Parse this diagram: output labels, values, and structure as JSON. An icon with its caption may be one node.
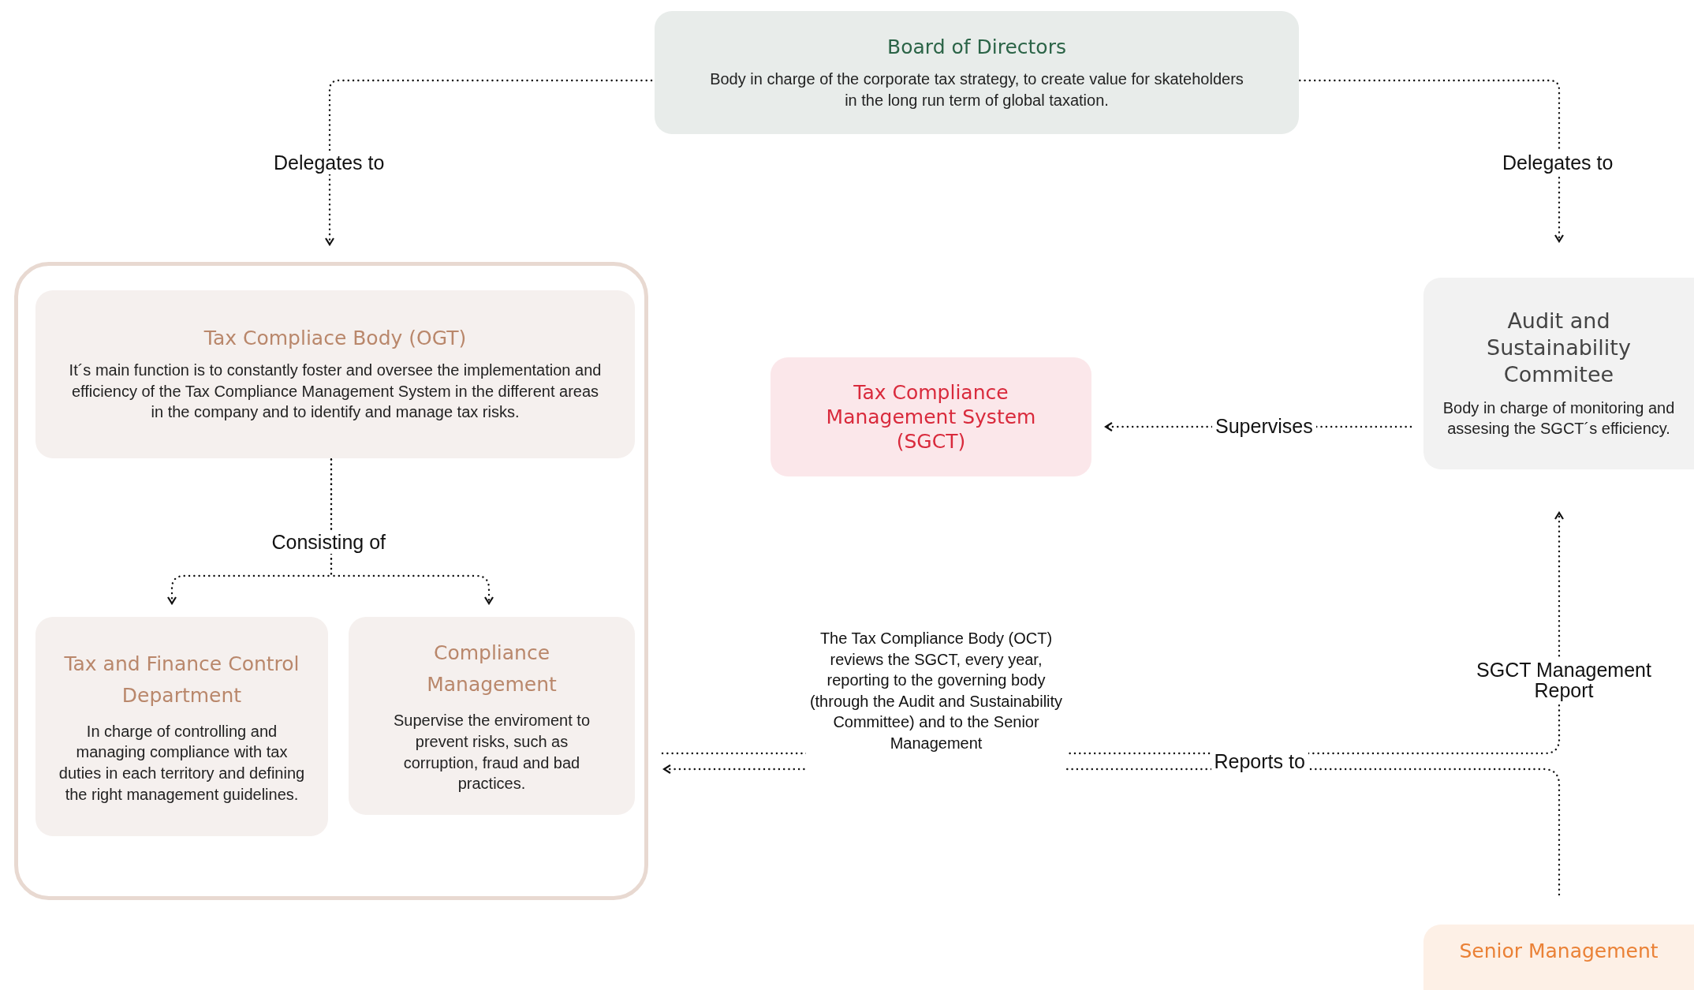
{
  "diagram": {
    "nodes": [
      {
        "text": [
          "Board of Directors",
          "Body in charge of the corporate tax strategy, to create value for skateholders in the long run term of global taxation."
        ]
      },
      {
        "text": [],
        "shape": "box"
      },
      {
        "text": [
          "Tax Compliace Body (OGT)",
          "It´s main function is to constantly foster and oversee the implementation and efficiency of the Tax Compliance Management System in the different areas in the company and to identify and manage tax risks."
        ],
        "in": 1
      },
      {
        "text": [
          "Tax and Finance Control Department",
          "In charge of controlling and managing compliance with tax duties in each territory and defining the right management guidelines."
        ],
        "in": 1
      },
      {
        "text": [
          "Compliance Management",
          "Supervise the enviroment to prevent risks, such as corruption, fraud and bad practices."
        ],
        "in": 1
      },
      {
        "text": [
          "Tax Compliance Management System (SGCT)"
        ]
      },
      {
        "text": [
          "Audit and Sustainability Commitee",
          "Body in charge of monitoring and assesing the SGCT´s efficiency."
        ]
      },
      {
        "text": [
          "Senior Management"
        ]
      }
    ],
    "edges": [
      {
        "from": 0,
        "to": 1,
        "arrow": "to",
        "label": "Delegates to"
      },
      {
        "from": 0,
        "to": 6,
        "arrow": "to",
        "label": "Delegates to"
      },
      {
        "from": 2,
        "to": 3,
        "arrow": "to",
        "label": "Consisting of"
      },
      {
        "from": 2,
        "to": 4,
        "arrow": "to"
      },
      {
        "from": 6,
        "to": 5,
        "arrow": "to",
        "label": "Supervises"
      },
      {
        "from": 1,
        "to": 6,
        "arrow": "to",
        "label": "SGCT Management Report"
      },
      {
        "from": 7,
        "to": 1,
        "arrow": "to",
        "label": "Reports to"
      }
    ],
    "labels": [
      "The Tax Compliance Body (OCT) reviews the SGCT, every year, reporting to the governing body (through the Audit and Sustainability Committee) and to the Senior Management"
    ]
  }
}
